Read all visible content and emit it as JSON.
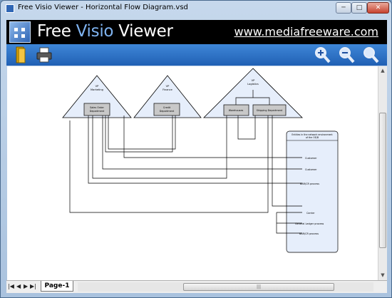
{
  "window": {
    "title": "Free Visio Viewer  -  Horizontal Flow Diagram.vsd",
    "minimize_glyph": "─",
    "maximize_glyph": "□",
    "close_glyph": "✕"
  },
  "banner": {
    "logo_word1": "Free",
    "logo_word2": "Visio",
    "logo_word3": "Viewer",
    "website": "www.mediafreeware.com"
  },
  "toolbar": {
    "icons": [
      "open-folder-icon",
      "print-icon",
      "zoom-in-icon",
      "zoom-out-icon",
      "zoom-icon"
    ]
  },
  "diagram": {
    "vp_marketing": [
      "VP",
      "Marketing"
    ],
    "vp_finance": [
      "VP",
      "Finance"
    ],
    "vp_logistics": [
      "VP",
      "Logistics"
    ],
    "sales_order": [
      "Sales Order",
      "Department"
    ],
    "credit": [
      "Credit",
      "Department"
    ],
    "warehouse": "Warehouses",
    "shipping": "Shipping Department",
    "entities_title": [
      "Entities in the network environment",
      "of the OE/B"
    ],
    "entities": [
      "Customer",
      "Customer",
      "BAR/CR process",
      "Carrier",
      "General Ledger process",
      "BAR/CR process"
    ],
    "colors": {
      "triangle_fill": "#e6eefb",
      "box_fill": "#c8c8c8",
      "line": "#000000"
    }
  },
  "footer": {
    "nav_first": "|◀",
    "nav_prev": "◀",
    "nav_next": "▶",
    "nav_last": "▶|",
    "page_tab": "Page-1",
    "scroll_grip": "|||"
  }
}
